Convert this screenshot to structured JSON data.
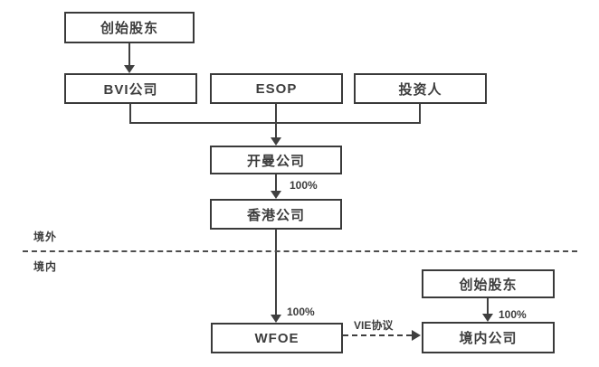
{
  "nodes": {
    "founder_offshore": {
      "label": "创始股东"
    },
    "bvi": {
      "label": "BVI公司"
    },
    "esop": {
      "label": "ESOP"
    },
    "investor": {
      "label": "投资人"
    },
    "cayman": {
      "label": "开曼公司"
    },
    "hongkong": {
      "label": "香港公司"
    },
    "wfoe": {
      "label": "WFOE"
    },
    "founder_domestic": {
      "label": "创始股东"
    },
    "domestic": {
      "label": "境内公司"
    }
  },
  "edges": {
    "cayman_to_hongkong": {
      "label": "100%"
    },
    "hongkong_to_wfoe": {
      "label": "100%"
    },
    "founder_to_domestic": {
      "label": "100%"
    },
    "wfoe_to_domestic": {
      "label": "VIE协议"
    }
  },
  "regions": {
    "offshore": "境外",
    "onshore": "境内"
  },
  "colors": {
    "line": "#3f3f3f",
    "border": "#3a3a3a",
    "text": "#3d3d3d",
    "background": "#ffffff"
  }
}
